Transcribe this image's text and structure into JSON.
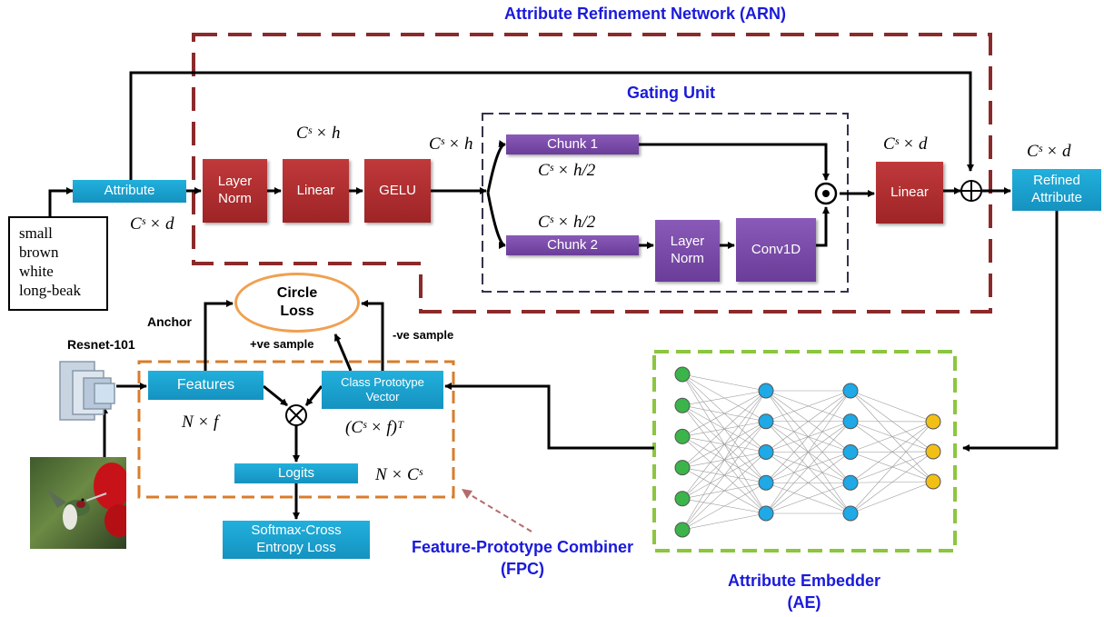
{
  "titles": {
    "arn": "Attribute Refinement Network (ARN)",
    "gating": "Gating Unit",
    "fpc_line1": "Feature-Prototype Combiner",
    "fpc_line2": "(FPC)",
    "ae_line1": "Attribute Embedder",
    "ae_line2": "(AE)"
  },
  "boxes": {
    "attribute": "Attribute",
    "layer_norm": "Layer\nNorm",
    "linear1": "Linear",
    "gelu": "GELU",
    "chunk1": "Chunk 1",
    "chunk2": "Chunk 2",
    "layer_norm2": "Layer\nNorm",
    "conv1d": "Conv1D",
    "linear2": "Linear",
    "refined": "Refined\nAttribute",
    "features": "Features",
    "class_proto": "Class Prototype\nVector",
    "logits": "Logits",
    "softmax": "Softmax-Cross\nEntropy Loss",
    "circle_loss": "Circle\nLoss"
  },
  "input_attributes": [
    "small",
    "brown",
    "white",
    "long-beak"
  ],
  "labels": {
    "resnet": "Resnet-101",
    "anchor": "Anchor",
    "pos_sample": "+ve sample",
    "neg_sample": "-ve sample"
  },
  "math": {
    "cs_d_attr": "Cˢ × d",
    "cs_h_top": "Cˢ × h",
    "cs_h_mid": "Cˢ × h",
    "cs_h2_top": "Cˢ × h/2",
    "cs_h2_bot": "Cˢ × h/2",
    "cs_d_linear": "Cˢ × d",
    "cs_d_refined": "Cˢ × d",
    "n_f": "N × f",
    "cs_f_t": "(Cˢ × f)ᵀ",
    "n_cs": "N × Cˢ"
  },
  "embedder": {
    "layers": [
      6,
      5,
      5,
      3
    ],
    "colors": [
      "#3bb44a",
      "#1fa9e6",
      "#1fa9e6",
      "#f2c014"
    ]
  },
  "colors": {
    "arn_border": "#8b2a2a",
    "gating_border": "#33334d",
    "fpc_border": "#d97c2b",
    "ae_border": "#8cc63f",
    "title_blue": "#1a1adb"
  }
}
